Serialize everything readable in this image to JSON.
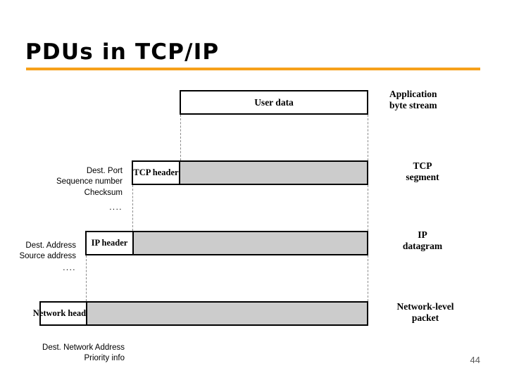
{
  "slide": {
    "title": "PDUs in TCP/IP",
    "accent_color": "#f6a11a",
    "page_number": "44"
  },
  "diagram": {
    "payload_fill": "#cccccc",
    "rows": [
      {
        "id": "user-data",
        "header_label": "",
        "body_label": "User data",
        "stage_label": "Application\nbyte stream"
      },
      {
        "id": "tcp",
        "header_label": "TCP\nheader",
        "body_label": "",
        "stage_label": "TCP\nsegment"
      },
      {
        "id": "ip",
        "header_label": "IP\nheader",
        "body_label": "",
        "stage_label": "IP\ndatagram"
      },
      {
        "id": "network",
        "header_label": "Network\nheader",
        "body_label": "",
        "stage_label": "Network-level\npacket"
      }
    ],
    "annotations": {
      "tcp_fields": "Dest. Port\nSequence number\nChecksum",
      "tcp_fields_more": "....",
      "ip_fields": "Dest. Address\nSource address",
      "ip_fields_more": "....",
      "network_fields": "Dest. Network Address\nPriority info"
    }
  }
}
